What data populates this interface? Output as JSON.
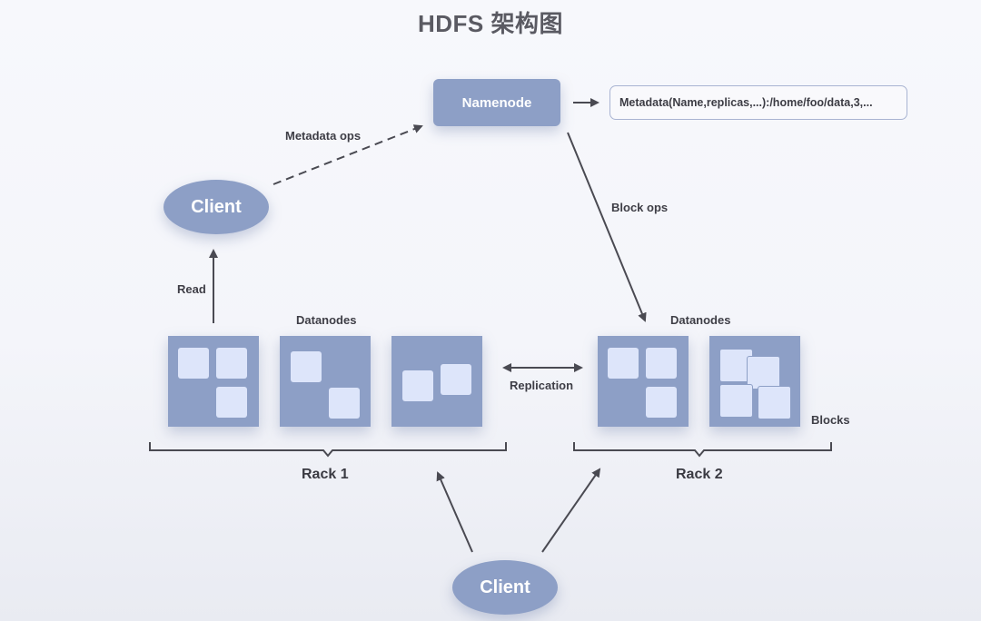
{
  "title": "HDFS 架构图",
  "nodes": {
    "namenode": "Namenode",
    "client_top": "Client",
    "client_bottom": "Client"
  },
  "metadata_text": "Metadata(Name,replicas,...):/home/foo/data,3,...",
  "edge_labels": {
    "metadata_ops": "Metadata ops",
    "block_ops": "Block ops",
    "read": "Read",
    "replication": "Replication",
    "blocks": "Blocks"
  },
  "racks": [
    {
      "label": "Rack 1",
      "datanodes_label": "Datanodes"
    },
    {
      "label": "Rack 2",
      "datanodes_label": "Datanodes"
    }
  ],
  "colors": {
    "node_fill": "#8d9fc6",
    "block_fill": "#dde5fa",
    "arrow": "#4a4a52"
  }
}
